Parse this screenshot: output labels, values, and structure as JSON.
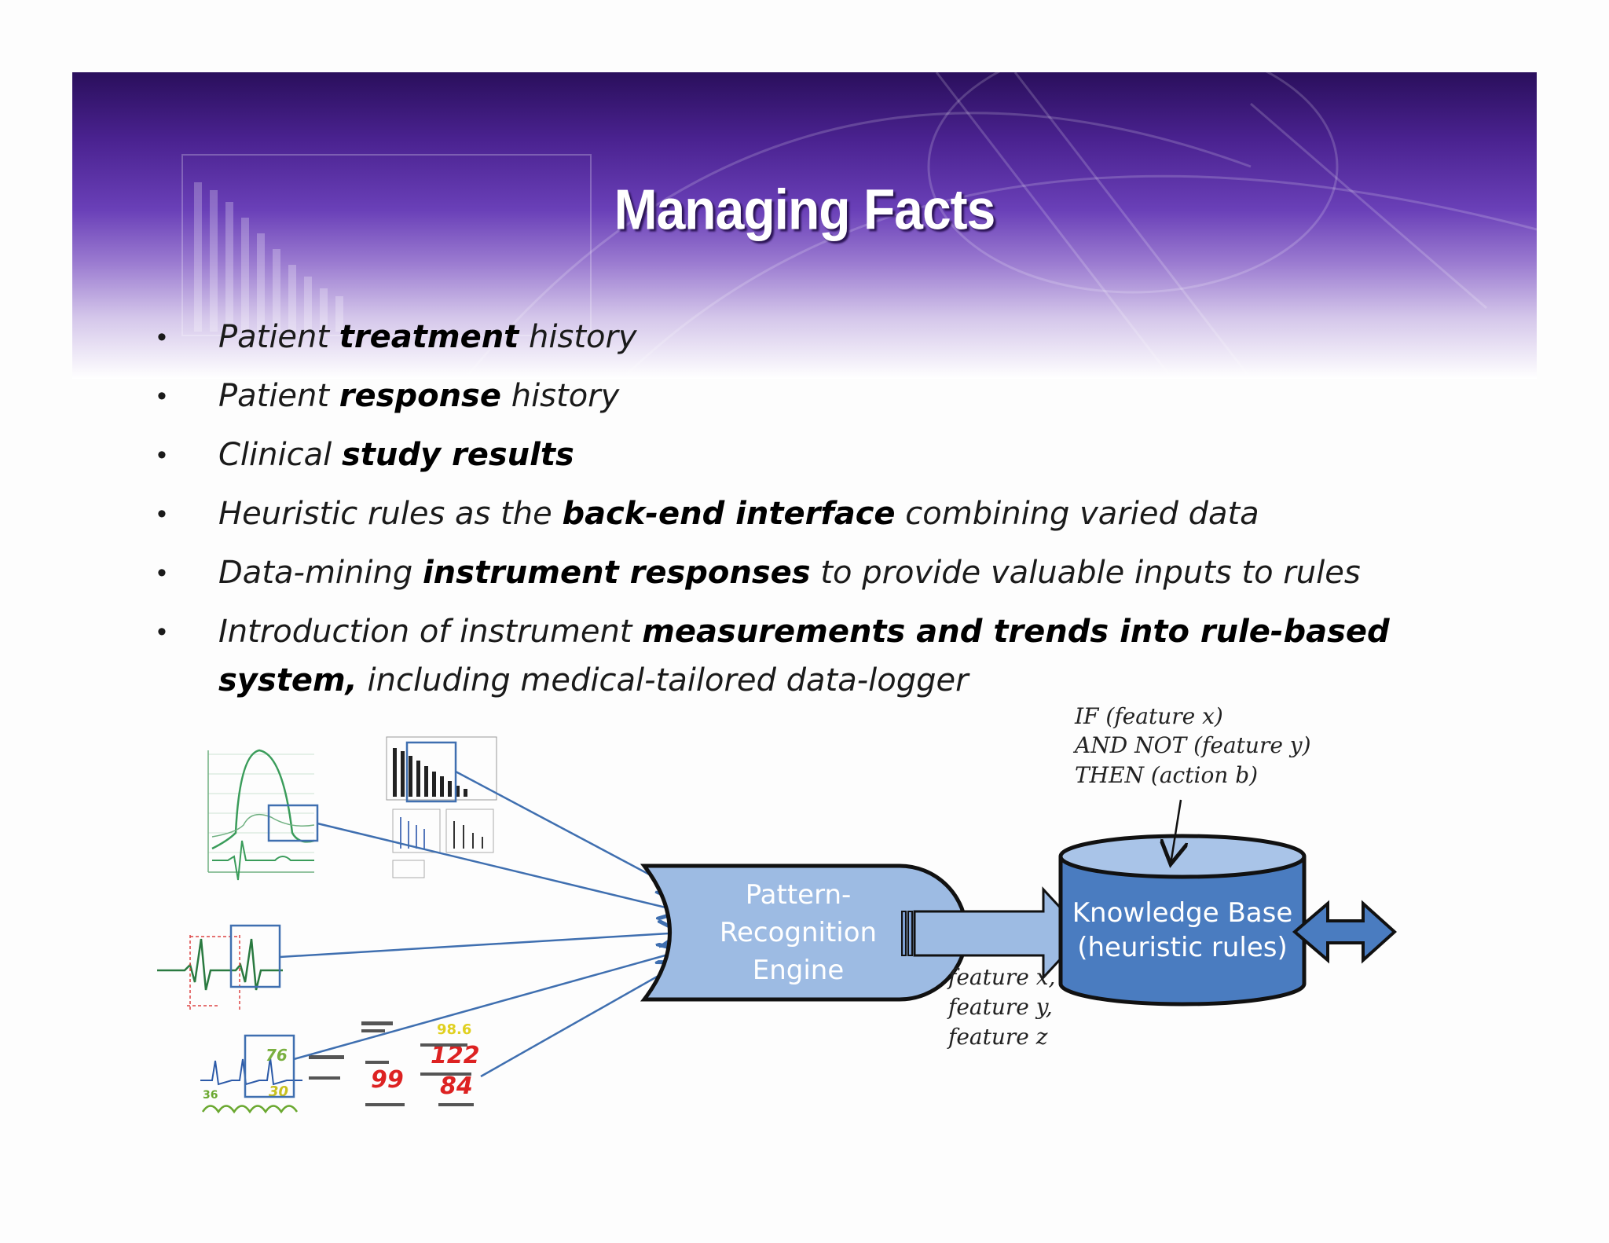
{
  "slide": {
    "title": "Managing Facts",
    "bullets": [
      {
        "pre": "Patient ",
        "bold": "treatment",
        "post": " history"
      },
      {
        "pre": "Patient ",
        "bold": "response",
        "post": " history"
      },
      {
        "pre": "Clinical ",
        "bold": "study results",
        "post": ""
      },
      {
        "pre": "Heuristic rules as the ",
        "bold": "back-end interface",
        "post": " combining varied data"
      },
      {
        "pre": "Data-mining ",
        "bold": "instrument responses",
        "post": " to provide valuable inputs to rules"
      },
      {
        "pre": "Introduction of instrument ",
        "bold": "measurements and trends into rule-based system,",
        "post": " including medical-tailored data-logger"
      }
    ]
  },
  "diagram": {
    "engine": {
      "line1": "Pattern-",
      "line2": "Recognition",
      "line3": "Engine"
    },
    "knowledge_base": {
      "line1": "Knowledge Base",
      "line2": "(heuristic rules)"
    },
    "rule": {
      "line1": "IF (feature x)",
      "line2": "AND NOT (feature y)",
      "line3": "THEN (action b)"
    },
    "features": {
      "line1": "feature x,",
      "line2": "feature y,",
      "line3": "feature z"
    },
    "monitor": {
      "hr": "76",
      "spo2": "99",
      "sys": "122",
      "dia": "84",
      "temp": "98.6",
      "rr": "30",
      "small": "36"
    }
  },
  "colors": {
    "banner_dark": "#2a0f5c",
    "engine_fill": "#9dbbe3",
    "kb_fill": "#4a7cc0",
    "kb_top": "#a9c4e8",
    "arrow_blue": "#3f6fb0"
  }
}
